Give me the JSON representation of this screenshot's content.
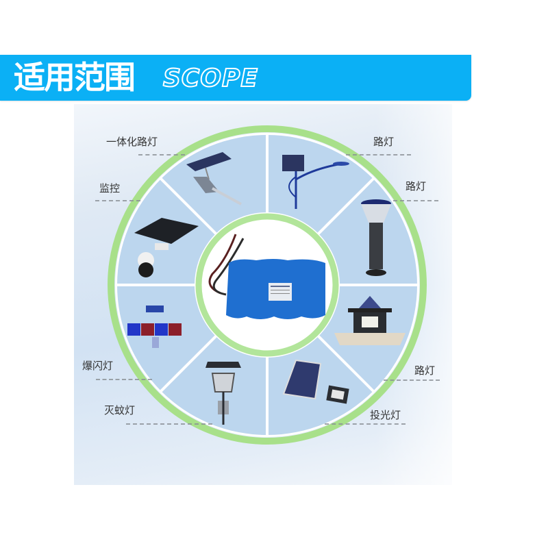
{
  "banner": {
    "title_cn": "适用范围",
    "title_en": "SCOPE",
    "color": "#0bb0f5"
  },
  "wheel": {
    "ring_color": "#a8e08a",
    "segment_color": "#bcd6ee",
    "center_item": {
      "name": "battery-pack",
      "color": "#1f6fd0"
    }
  },
  "labels": [
    {
      "id": "integrated-street-light",
      "text": "一体化路灯"
    },
    {
      "id": "monitoring",
      "text": "监控"
    },
    {
      "id": "strobe-light",
      "text": "爆闪灯"
    },
    {
      "id": "mosquito-killer-light",
      "text": "灭蚊灯"
    },
    {
      "id": "street-light-1",
      "text": "路灯"
    },
    {
      "id": "street-light-2",
      "text": "路灯"
    },
    {
      "id": "street-light-3",
      "text": "路灯"
    },
    {
      "id": "floodlight",
      "text": "投光灯"
    }
  ]
}
